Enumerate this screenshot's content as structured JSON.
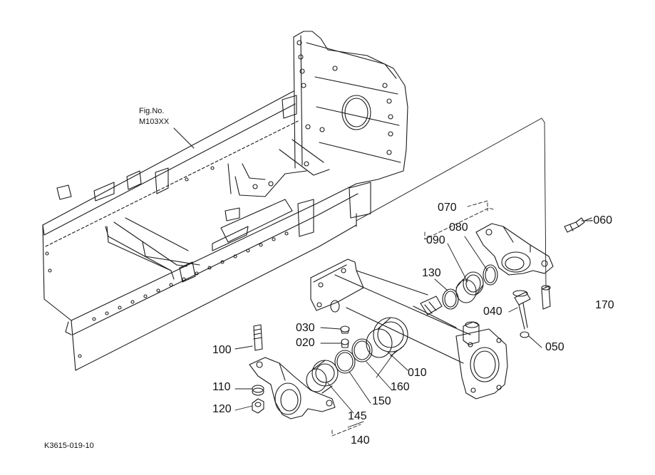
{
  "figure_ref": {
    "line1": "Fig.No.",
    "line2": "M103XX"
  },
  "drawing_code": "K3615-019-10",
  "parts": {
    "p010": "010",
    "p020": "020",
    "p030": "030",
    "p040": "040",
    "p050": "050",
    "p060": "-060",
    "p070": "070",
    "p080": "080",
    "p090": "090",
    "p100": "100",
    "p110": "110",
    "p120": "120",
    "p130": "130",
    "p140": "140",
    "p145": "145",
    "p150": "150",
    "p160": "160",
    "p170": "170"
  },
  "colors": {
    "line": "#1a1a1a",
    "background": "#ffffff"
  }
}
